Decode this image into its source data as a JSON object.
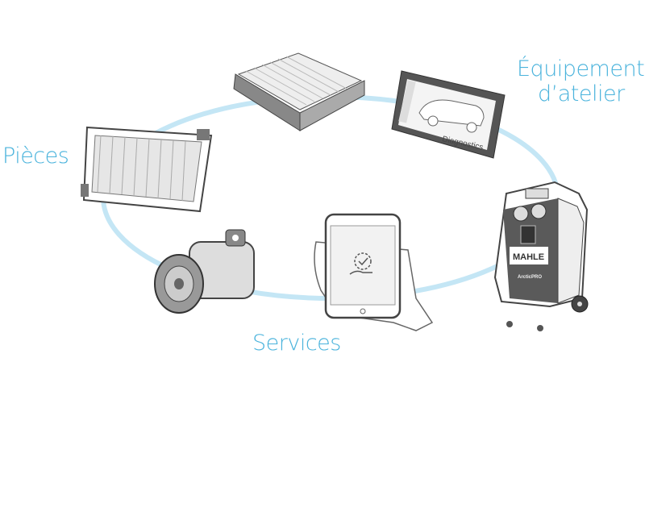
{
  "labels": {
    "parts": "Pièces",
    "equipment_line1": "Équipement",
    "equipment_line2": "d’atelier",
    "services": "Services"
  },
  "device_text": {
    "diagnostics": "Diagnostics",
    "brand": "MAHLE",
    "machine_model": "ArcticPRO"
  },
  "colors": {
    "label": "#4ab3dc",
    "ring": "#c4e6f5",
    "device_dark": "#5a5a5a"
  }
}
